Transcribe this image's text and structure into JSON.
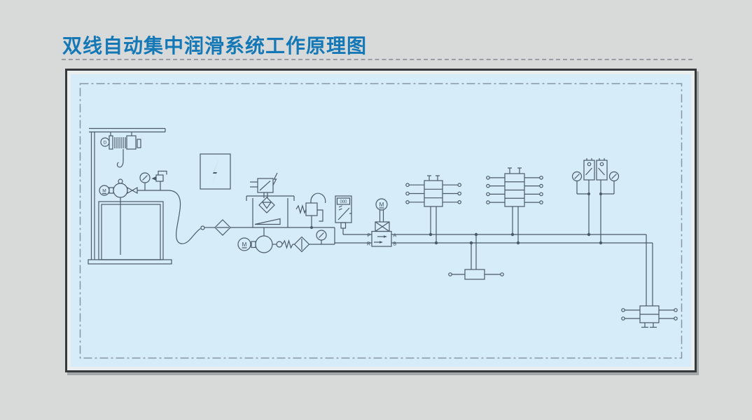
{
  "header": {
    "title": "双线自动集中润滑系统工作原理图"
  },
  "colors": {
    "page_bg": "#d8dada",
    "title": "#1478b6",
    "panel_bg": "#d6ecf9",
    "panel_frame": "#36393c",
    "diagram_line": "#4a5a68",
    "dashed_border": "#8495a3"
  },
  "diagram": {
    "labels": {
      "hoist_motor": "D",
      "fill_pump_motor": "M",
      "station_pump_motor": "M",
      "reversing_valve_motor": "M",
      "pressure_sensor_display": "000",
      "valve_port_p": "P",
      "valve_port_a": "A",
      "valve_port_r": "R",
      "valve_port_b": "B"
    },
    "components": [
      "gantry-electric-hoist",
      "hook",
      "grease-drum-barrel",
      "fill-pump-with-motor",
      "pressure-gauge",
      "grease-gun",
      "flexible-hose",
      "inline-filter",
      "electric-control-box",
      "reservoir-with-level-switch",
      "funnel-filter",
      "motor-pump-unit",
      "check-valve",
      "relief-valve",
      "digital-pressure-controller",
      "motorized-reversing-valve",
      "dual-line-main-A",
      "dual-line-main-B",
      "dual-line-distributor-3-section",
      "dual-line-distributor-4-section",
      "dual-line-distributor-1-section",
      "dual-line-distributor-2-section",
      "line-end-pressure-switches",
      "end-pressure-gauges"
    ]
  }
}
